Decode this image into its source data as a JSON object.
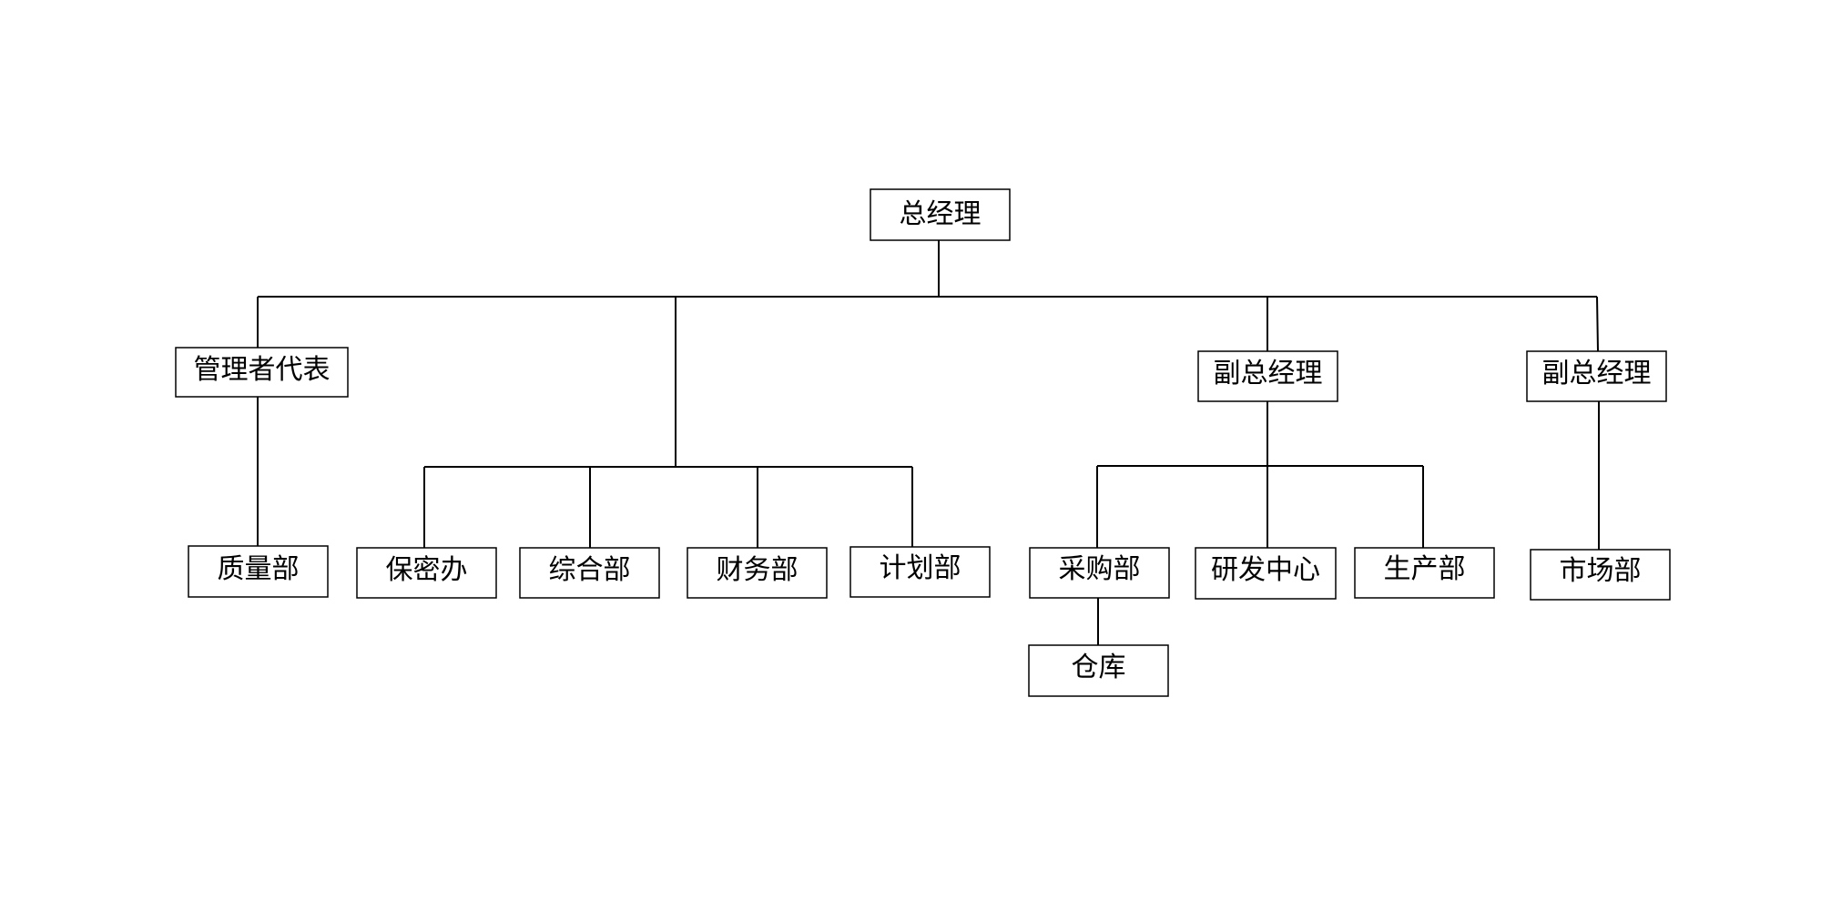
{
  "diagram": {
    "type": "org-chart",
    "nodes": [
      {
        "id": "gm",
        "label": "总经理",
        "parent": null
      },
      {
        "id": "mgmt-rep",
        "label": "管理者代表",
        "parent": "gm"
      },
      {
        "id": "quality",
        "label": "质量部",
        "parent": "mgmt-rep"
      },
      {
        "id": "confidential",
        "label": "保密办",
        "parent": "gm"
      },
      {
        "id": "general",
        "label": "综合部",
        "parent": "gm"
      },
      {
        "id": "finance",
        "label": "财务部",
        "parent": "gm"
      },
      {
        "id": "planning",
        "label": "计划部",
        "parent": "gm"
      },
      {
        "id": "vp1",
        "label": "副总经理",
        "parent": "gm"
      },
      {
        "id": "purchasing",
        "label": "采购部",
        "parent": "vp1"
      },
      {
        "id": "warehouse",
        "label": "仓库",
        "parent": "purchasing"
      },
      {
        "id": "rnd",
        "label": "研发中心",
        "parent": "vp1"
      },
      {
        "id": "production",
        "label": "生产部",
        "parent": "vp1"
      },
      {
        "id": "vp2",
        "label": "副总经理",
        "parent": "gm"
      },
      {
        "id": "marketing",
        "label": "市场部",
        "parent": "vp2"
      }
    ]
  }
}
